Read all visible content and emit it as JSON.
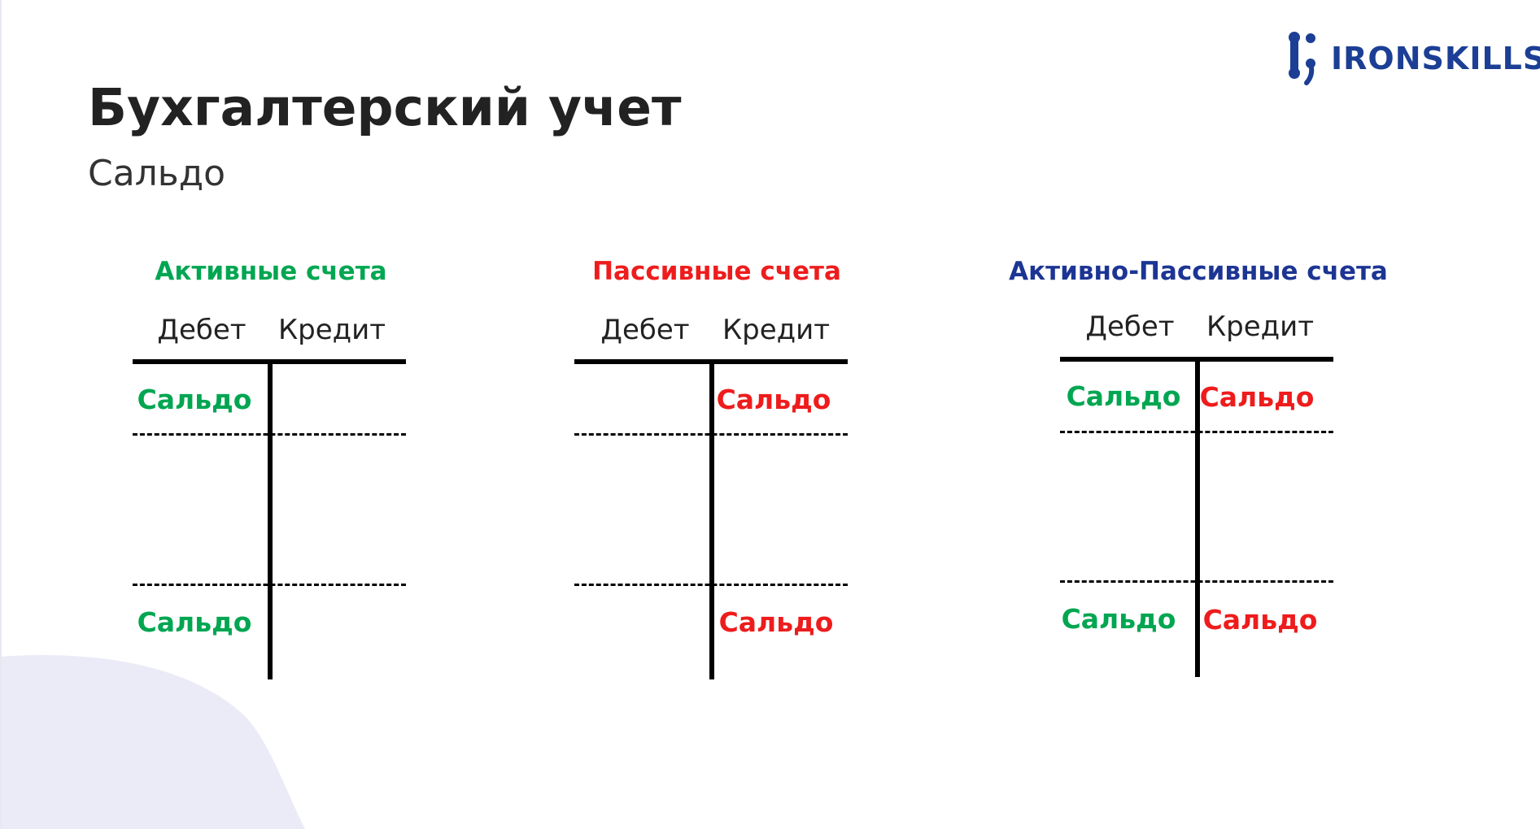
{
  "header": {
    "title": "Бухгалтерский учет",
    "subtitle": "Сальдо"
  },
  "brand": {
    "logo_text": "IRONSKILLS",
    "logo_color": "#1c3f95"
  },
  "colors": {
    "green": "#00a651",
    "red": "#ee1c1c",
    "blue": "#1c3594",
    "line": "#000000"
  },
  "accounts": [
    {
      "title": "Активные счета",
      "debit_label": "Дебет",
      "credit_label": "Кредит",
      "opening": {
        "debit": "Сальдо",
        "credit": ""
      },
      "closing": {
        "debit": "Сальдо",
        "credit": ""
      }
    },
    {
      "title": "Пассивные счета",
      "debit_label": "Дебет",
      "credit_label": "Кредит",
      "opening": {
        "debit": "",
        "credit": "Сальдо"
      },
      "closing": {
        "debit": "",
        "credit": "Сальдо"
      }
    },
    {
      "title": "Активно-Пассивные счета",
      "debit_label": "Дебет",
      "credit_label": "Кредит",
      "opening": {
        "debit": "Сальдо",
        "credit": "Сальдо"
      },
      "closing": {
        "debit": "Сальдо",
        "credit": "Сальдо"
      }
    }
  ]
}
